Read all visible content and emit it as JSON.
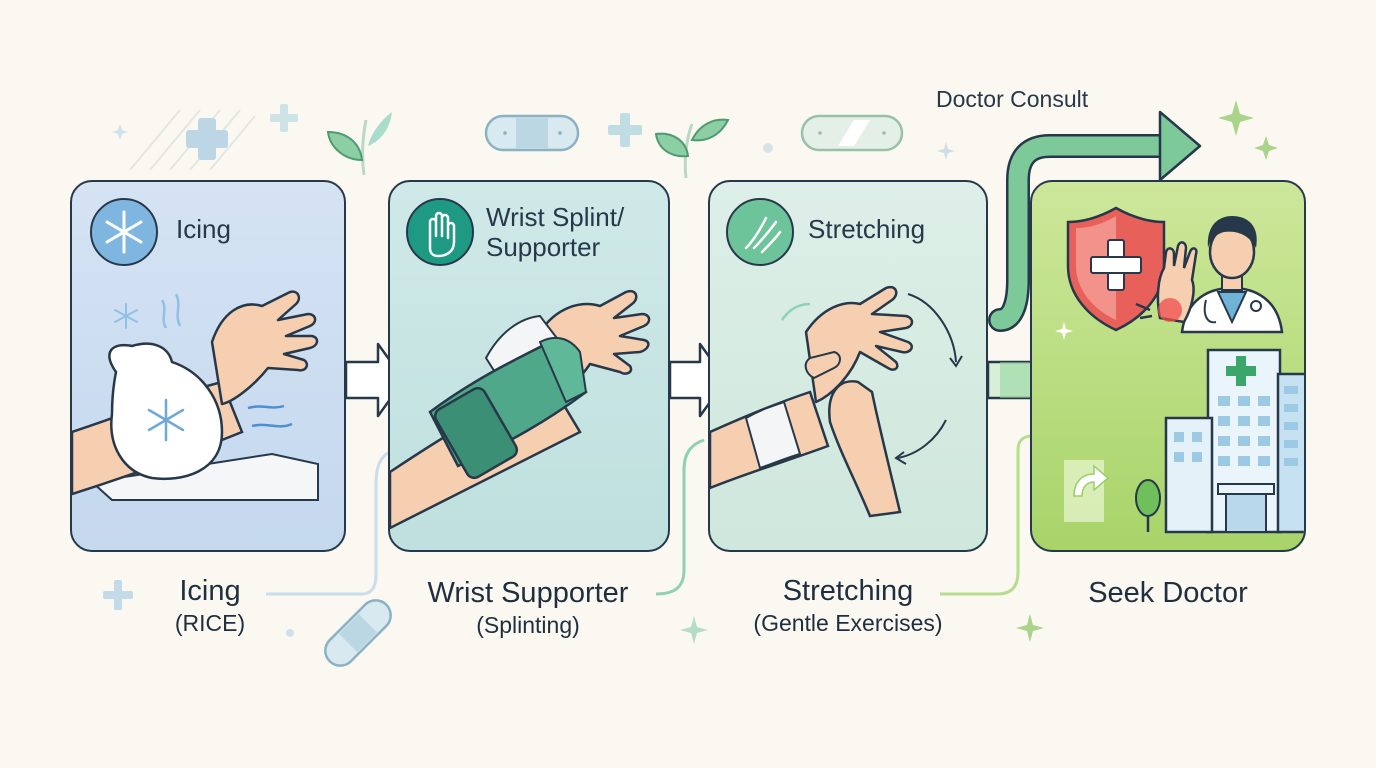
{
  "header": {
    "doctor_consult": "Doctor Consult"
  },
  "steps": [
    {
      "title": "Icing",
      "caption": "Icing",
      "subcaption": "(RICE)"
    },
    {
      "title": "Wrist Splint/\nSupporter",
      "caption": "Wrist Supporter",
      "subcaption": "(Splinting)"
    },
    {
      "title": "Stretching",
      "caption": "Stretching",
      "subcaption": "(Gentle Exercises)"
    },
    {
      "title": "",
      "caption": "Seek Doctor",
      "subcaption": ""
    }
  ],
  "icons": [
    "snowflake-icon",
    "hand-icon",
    "stretch-icon",
    "shield-cross-icon",
    "doctor-icon",
    "hospital-icon",
    "bandage-icon",
    "leaf-icon",
    "plus-icon",
    "sparkle-icon"
  ],
  "colors": {
    "outline": "#27384a",
    "icing_panel": "#c9dcf0",
    "splint_panel": "#c6e4e2",
    "stretch_panel": "#d4eadf",
    "doctor_panel": "#a8d46a",
    "splint_green": "#4fa88a",
    "shield_red": "#e8605a",
    "arrow_green": "#6cc68f"
  }
}
